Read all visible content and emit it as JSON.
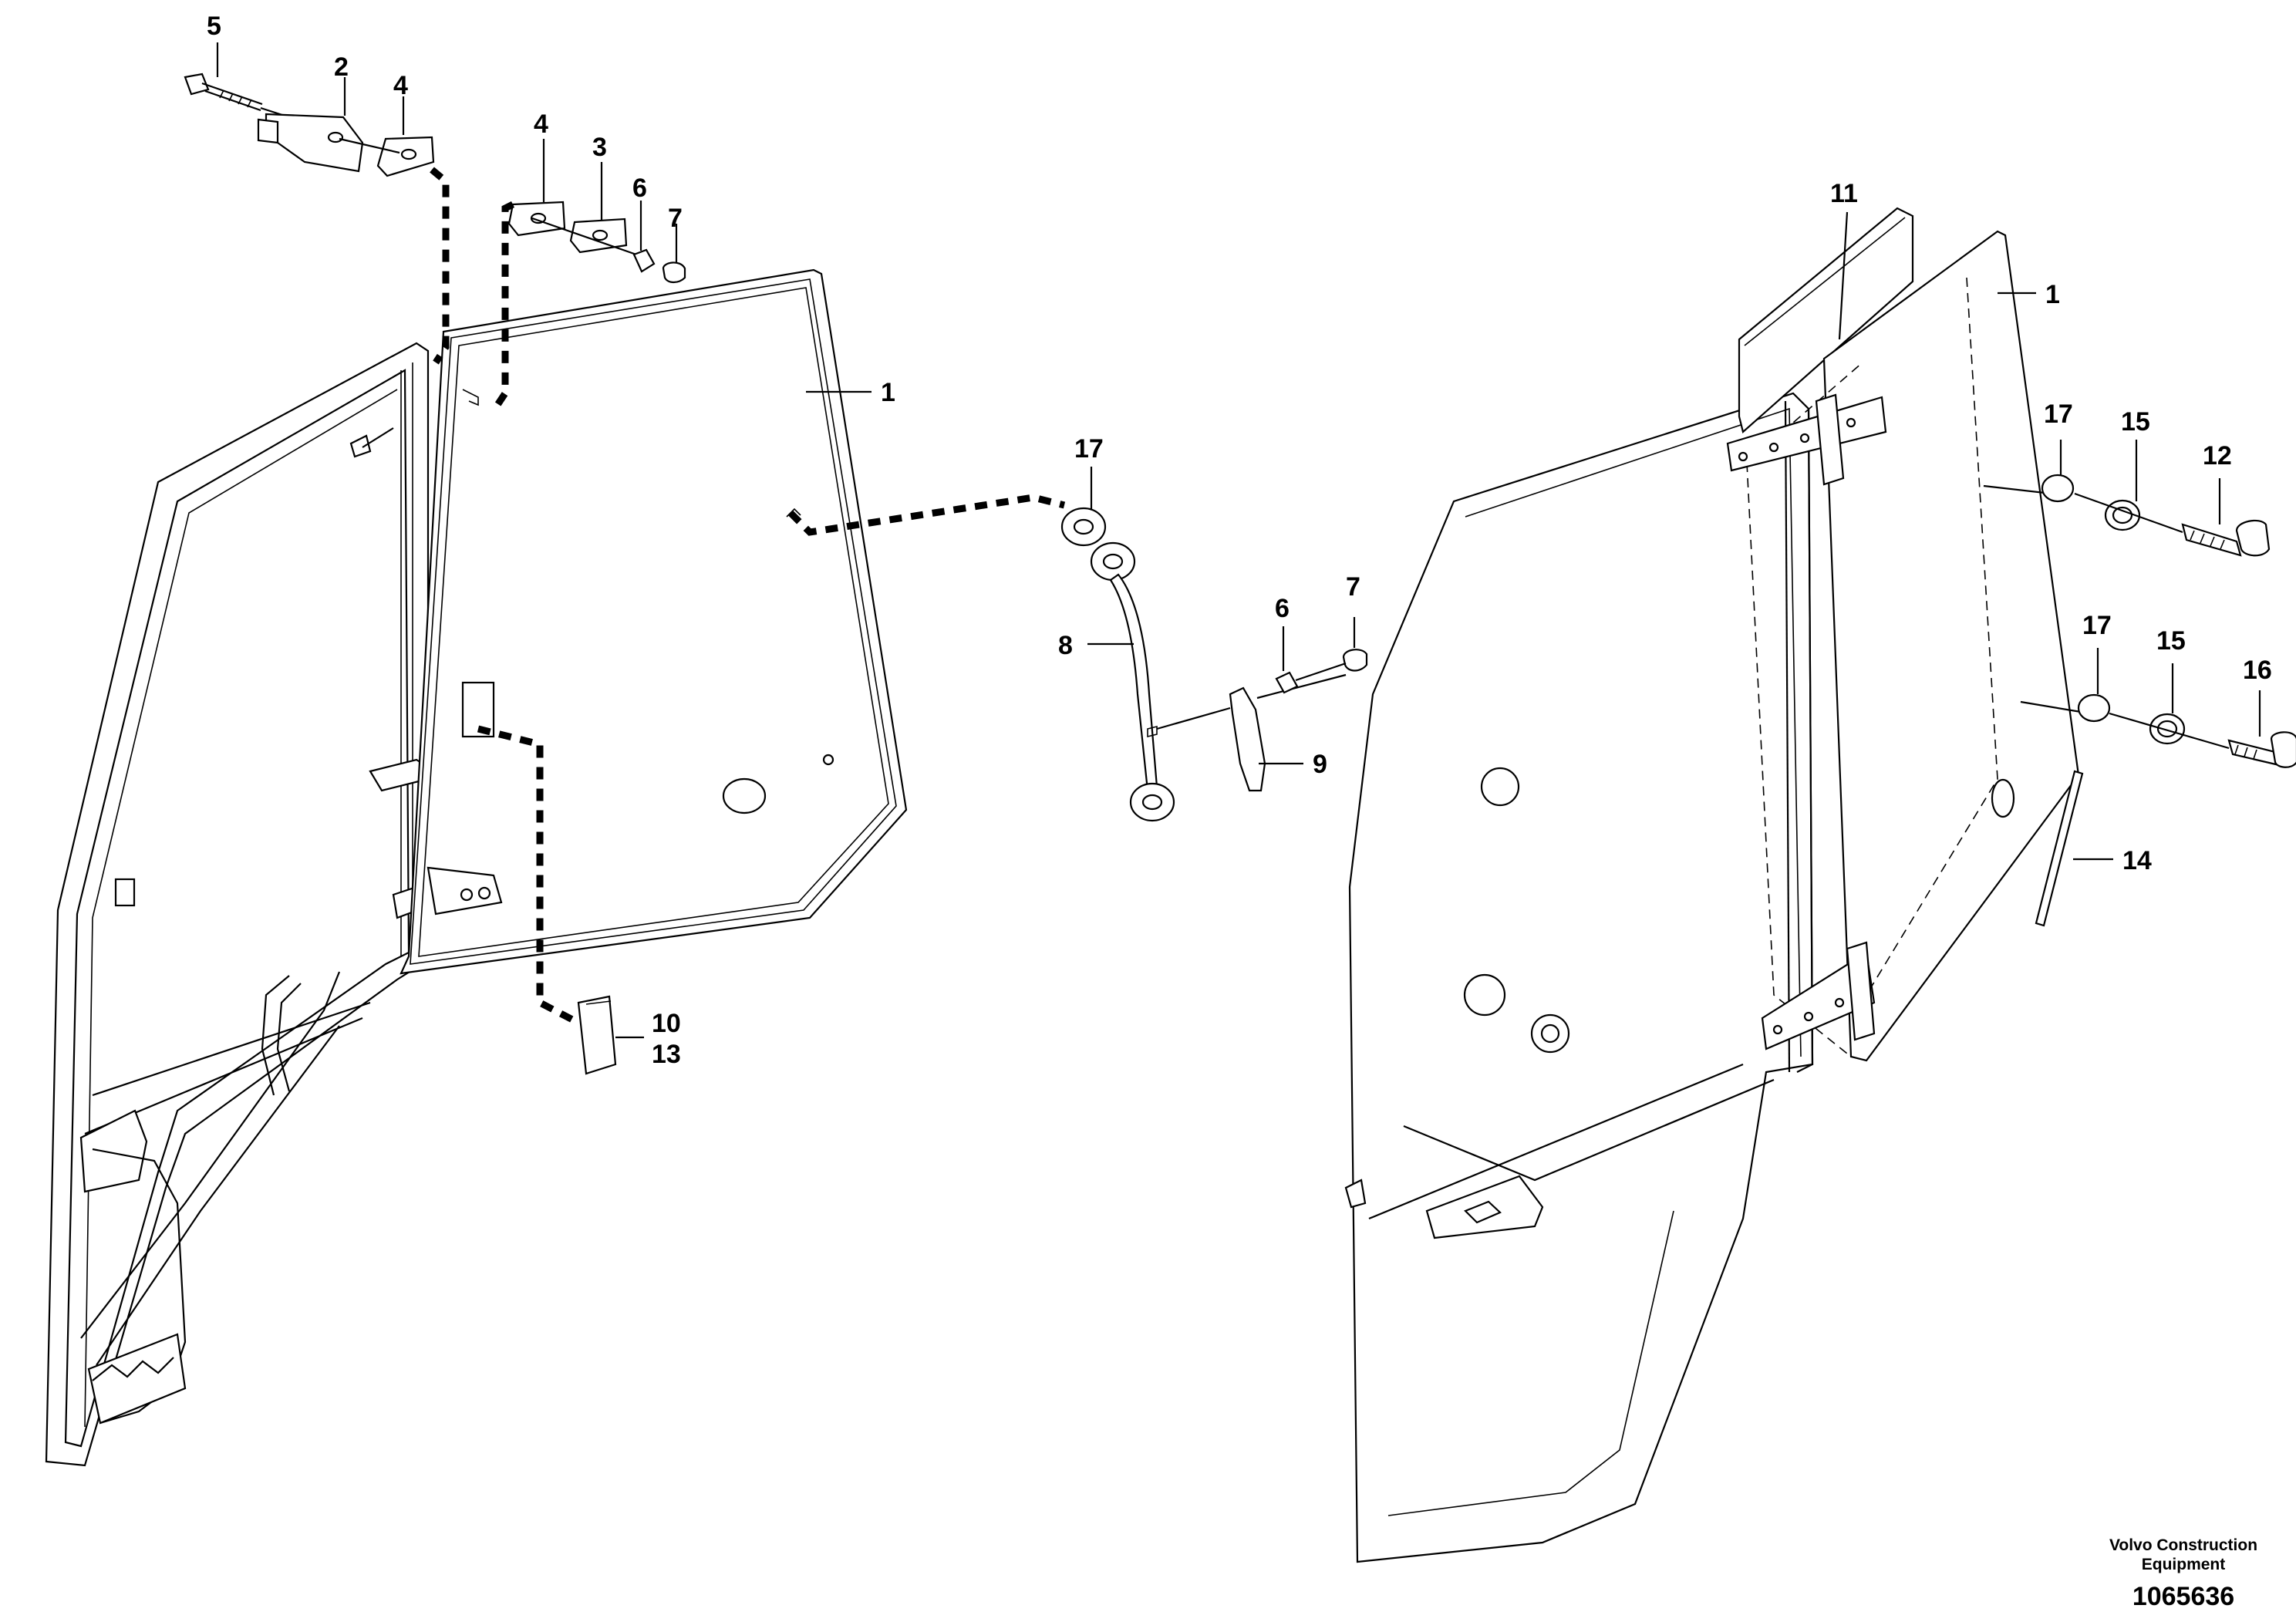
{
  "callouts": {
    "left": {
      "c5": "5",
      "c2": "2",
      "c4a": "4",
      "c4b": "4",
      "c3": "3",
      "c6a": "6",
      "c7a": "7",
      "c1": "1",
      "c17": "17",
      "c8": "8",
      "c6b": "6",
      "c7b": "7",
      "c9": "9",
      "c10": "10",
      "c13": "13"
    },
    "right": {
      "c11": "11",
      "c1": "1",
      "c17a": "17",
      "c15a": "15",
      "c12": "12",
      "c17b": "17",
      "c15b": "15",
      "c16": "16",
      "c14": "14"
    }
  },
  "credit": {
    "line1": "Volvo Construction",
    "line2": "Equipment",
    "doc_number": "1065636"
  }
}
